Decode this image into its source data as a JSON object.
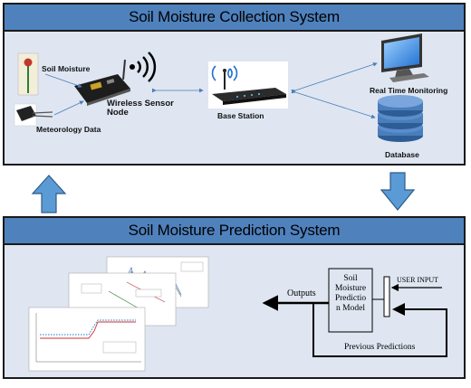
{
  "top_title": "Soil Moisture Collection System",
  "bottom_title": "Soil Moisture Prediction System",
  "labels": {
    "soil_moisture": "Soil Moisture",
    "wireless_sensor_node": "Wireless Sensor\nNode",
    "meteorology_data": "Meteorology Data",
    "base_station": "Base Station",
    "real_time_monitoring": "Real Time Monitoring",
    "database": "Database"
  },
  "prediction": {
    "model_label": "Soil\nMoisture\nPredictio\nn Model",
    "user_input": "USER INPUT",
    "outputs": "Outputs",
    "previous_predictions": "Previous Predictions"
  },
  "colors": {
    "header": "#4f81bd",
    "panel": "#dfe6f1",
    "flow_arrow": "#5b9bd5",
    "database": "#4a7ebb"
  }
}
